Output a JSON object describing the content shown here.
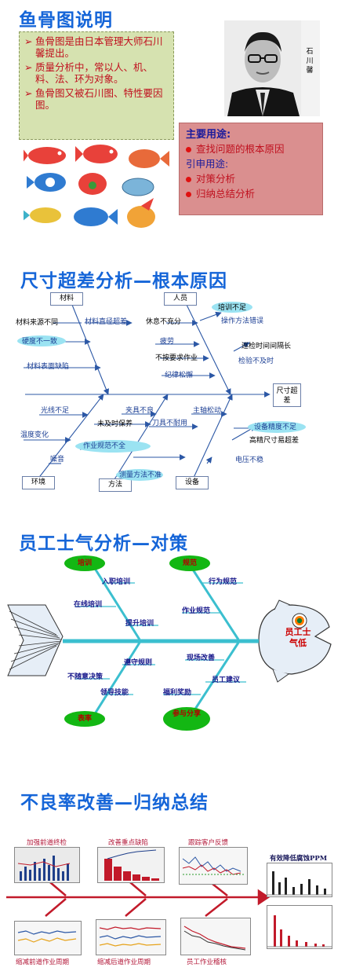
{
  "section1": {
    "title": "鱼骨图说明",
    "intro_items": [
      "鱼骨图是由日本管理大师石川馨提出。",
      "质量分析中，常以人、机、料、法、环为对象。",
      "鱼骨图又被石川图、特性要因图。"
    ],
    "portrait_caption": "石川馨",
    "uses_heading": "主要用途:",
    "uses_main": "查找问题的根本原因",
    "extended_heading": "引申用途:",
    "extended_items": [
      "对策分析",
      "归纳总结分析"
    ]
  },
  "section2": {
    "title": "尺寸超差分析—根本原因",
    "categories": {
      "material": "材料",
      "people": "人员",
      "environment": "环境",
      "method": "方法",
      "equipment": "设备"
    },
    "effect": "尺寸超差",
    "causes": {
      "material_source": "材料来源不同",
      "material_diameter": "材料直径超差",
      "hardness": "硬度不一致",
      "surface": "材料表面缺陷",
      "rest": "休息不充分",
      "training_lack": "培训不足",
      "op_error": "操作方法错误",
      "fatigue": "疲劳",
      "inspect_interval": "巡检时间间隔长",
      "not_per_job": "不按要求作业",
      "inspect_late": "检验不及时",
      "discipline": "纪律松懈",
      "light": "光线不足",
      "fixture_bad": "夹具不良",
      "spindle": "主轴松动",
      "not_maint": "未及时保养",
      "tool_wear": "刀具不耐用",
      "temperature": "温度变化",
      "precision": "设备精度不足",
      "high_size": "高精尺寸易超差",
      "method_spec": "作业规范不全",
      "measure": "测量方法不准",
      "noise": "噪音",
      "voltage": "电压不稳"
    }
  },
  "section3": {
    "title": "员工士气分析—对策",
    "categories": {
      "training": "培训",
      "norm": "规范",
      "appraisal": "表率",
      "participate": "参与分享"
    },
    "head_text": "员工士气低",
    "items": {
      "onboard": "入职培训",
      "online": "在线培训",
      "improve": "提升培训",
      "behavior": "行为规范",
      "job": "作业规范",
      "rules": "遵守规则",
      "no_arbitrary": "不随意决策",
      "leader": "领导技能",
      "site": "现场改善",
      "suggest": "员工建议",
      "welfare": "福利奖励"
    }
  },
  "section4": {
    "title": "不良率改善—归纳总结",
    "labels": {
      "top1": "加强前道终检",
      "top2": "改善重点缺陷",
      "top3": "跟踪客户反馈",
      "right": "有效降低腐蚀PPM",
      "bot1": "缩减前道作业周期",
      "bot2": "缩减后道作业周期",
      "bot3": "员工作业稽核"
    }
  },
  "colors": {
    "title_blue": "#1565d8",
    "bullet_red": "#c0111f",
    "green_box": "#d6e2b0",
    "pink_box": "#da8f8f",
    "fish_bone_teal": "#3bbfcf",
    "arrow_red": "#c21a2a"
  }
}
